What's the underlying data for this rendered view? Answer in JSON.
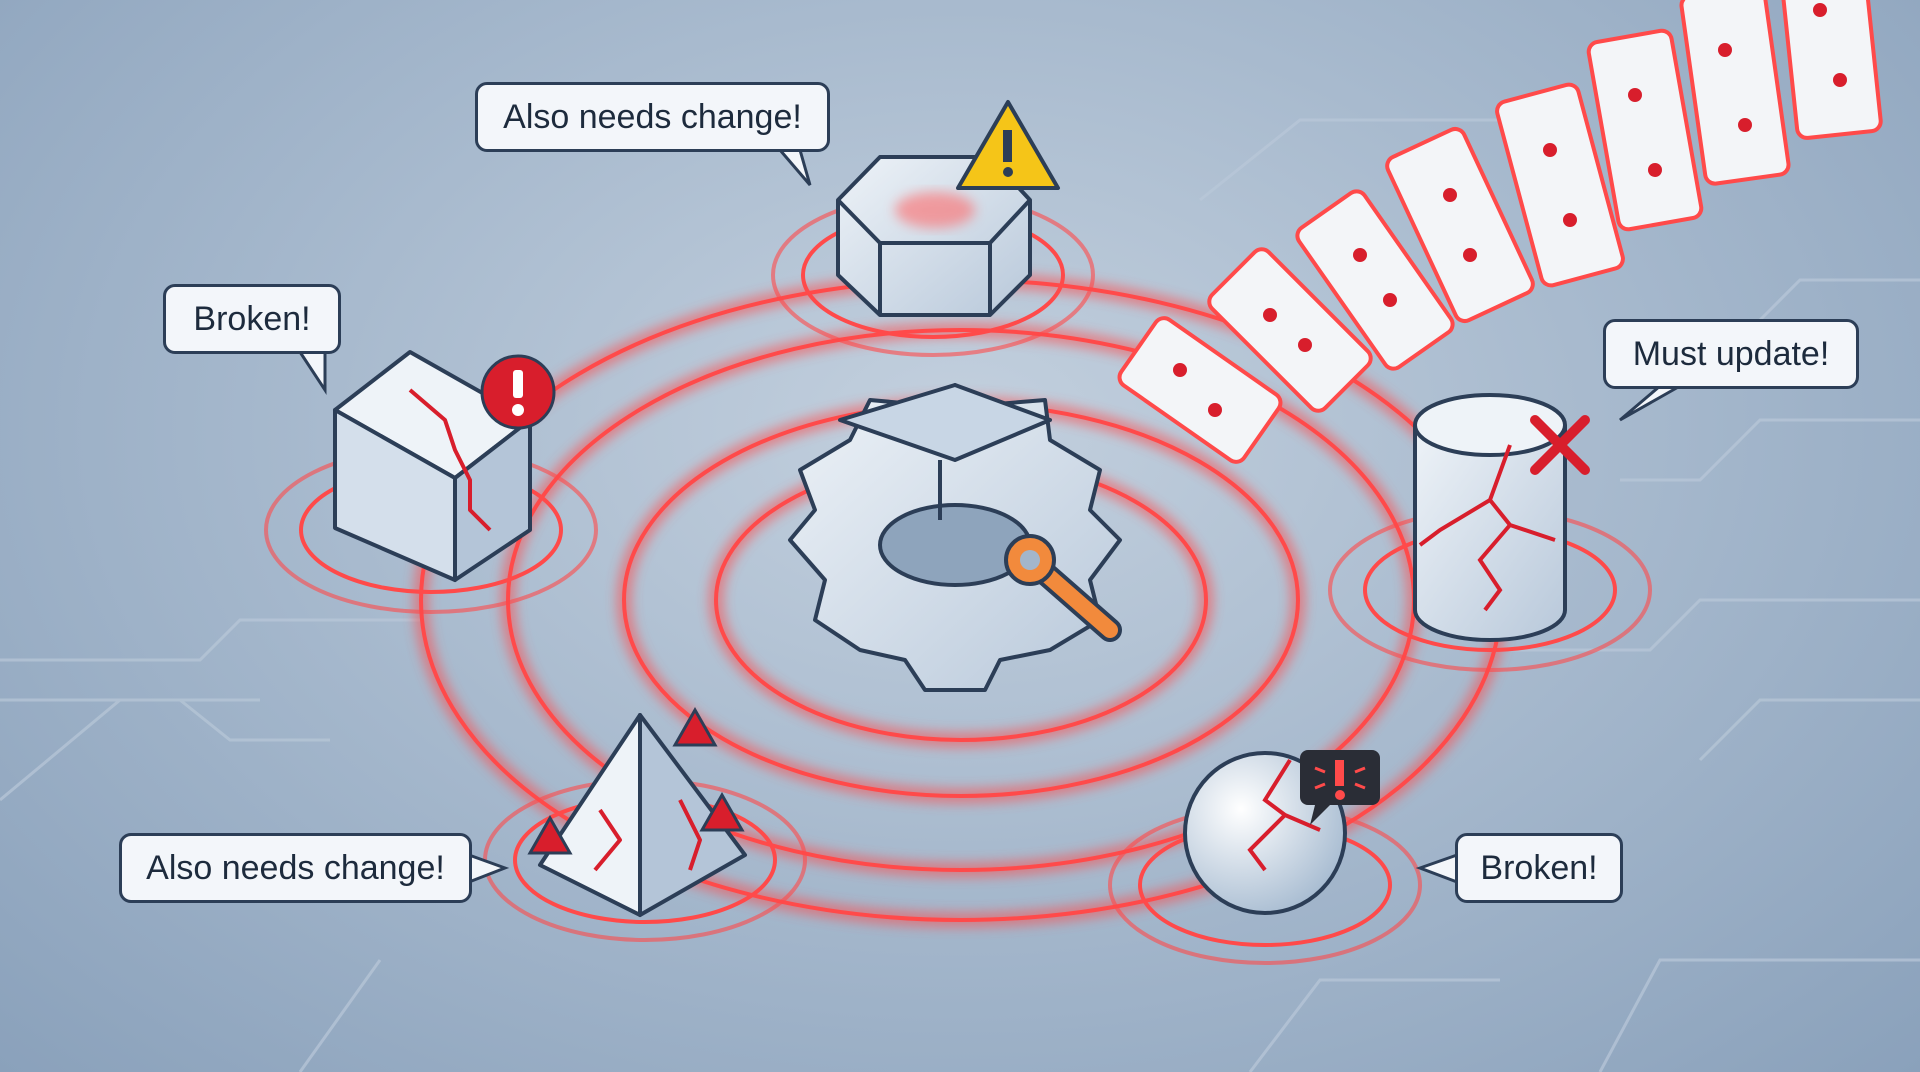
{
  "bubbles": {
    "top": "Also needs change!",
    "left": "Broken!",
    "right": "Must update!",
    "bottom_left": "Also needs change!",
    "bottom_right": "Broken!"
  },
  "colors": {
    "ripple": "#ff4a4a",
    "object_fill": "#d7e2ee",
    "outline": "#2c3e57",
    "warning": "#f5c518",
    "alert": "#d81e2c",
    "wrench": "#f28a3c"
  }
}
